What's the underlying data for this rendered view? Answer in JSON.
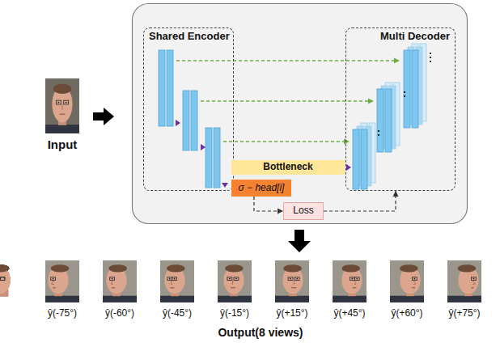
{
  "diagram": {
    "nodes": [
      {
        "text": [
          "Shared Encoder"
        ]
      },
      {
        "text": [
          "Multi Decoder"
        ]
      },
      {
        "text": [
          "Bottleneck"
        ]
      },
      {
        "text": [
          "σ − head[i]"
        ]
      },
      {
        "text": [
          "Loss"
        ]
      }
    ],
    "edges": [
      {
        "from": 3,
        "to": 4,
        "arrow": "to"
      },
      {
        "from": 4,
        "to": 1,
        "arrow": "to"
      }
    ],
    "labels": [
      "Input",
      "ŷ(-75°)",
      "ŷ(-60°)",
      "ŷ(-45°)",
      "ŷ(-15°)",
      "ŷ(+15°)",
      "ŷ(+45°)",
      "ŷ(+60°)",
      "ŷ(+75°)",
      "Output(8 views)"
    ]
  }
}
